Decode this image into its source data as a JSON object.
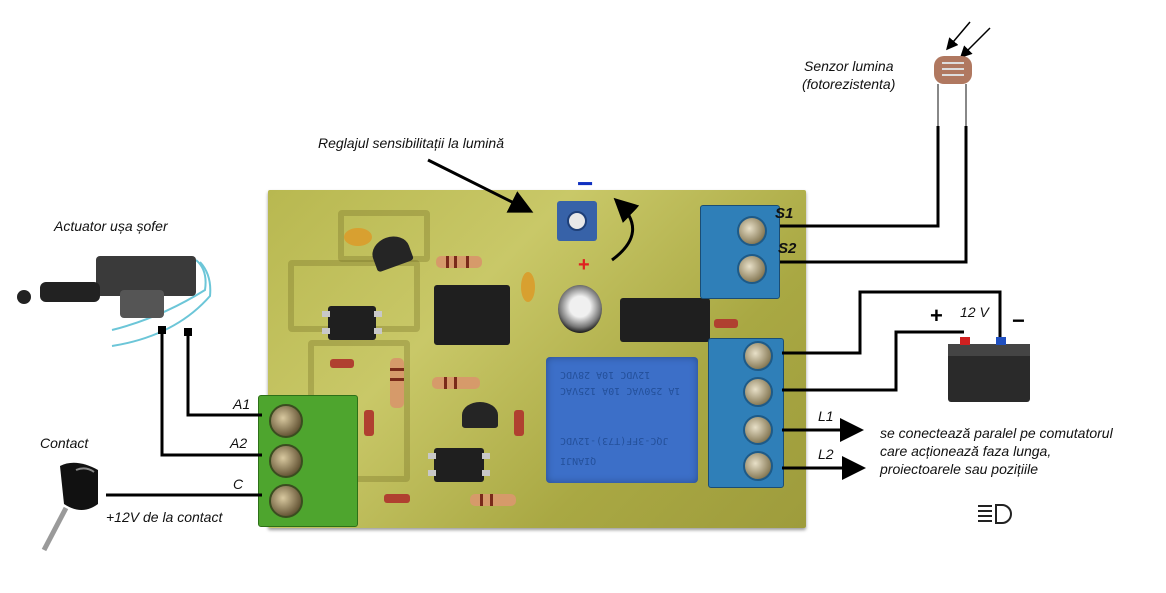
{
  "labels": {
    "light_sensor_line1": "Senzor lumina",
    "light_sensor_line2": "(fotorezistenta)",
    "sensitivity_adjust": "Reglajul sensibilitații la lumină",
    "actuator": "Actuator ușa șofer",
    "contact": "Contact",
    "contact_power": "+12V de la contact",
    "pot_minus": "−",
    "pot_plus": "+",
    "battery_voltage": "12 V",
    "battery_plus": "+",
    "battery_minus": "−",
    "output_note_line1": "se conectează paralel pe comutatorul",
    "output_note_line2": "care acționează faza lunga,",
    "output_note_line3": "proiectoarele sau pozițiile"
  },
  "terminals": {
    "left": [
      "A1",
      "A2",
      "C"
    ],
    "sensor": [
      "S1",
      "S2"
    ],
    "output": [
      "L1",
      "L2"
    ]
  },
  "relay": {
    "line1": "12VDC 10A 28VDC",
    "line2": "1A 250VAC 10A 125VAC",
    "line3": "JQC-3FF(T73)-12VDC",
    "brand": "QIANJI"
  },
  "icons": {
    "headlight": "high-beam-headlight-icon",
    "key": "car-key-icon",
    "battery": "car-battery-icon",
    "photoresistor": "photoresistor-icon",
    "actuator": "door-lock-actuator-icon"
  },
  "colors": {
    "pcb": "#b8b850",
    "terminal_green": "#4ea52e",
    "terminal_blue": "#2f7fb8",
    "relay_blue": "#3c6fc8",
    "pot_minus": "#1030c0",
    "pot_plus": "#e02020",
    "wire": "#000000",
    "actuator_wire": "#6cc6d8"
  }
}
